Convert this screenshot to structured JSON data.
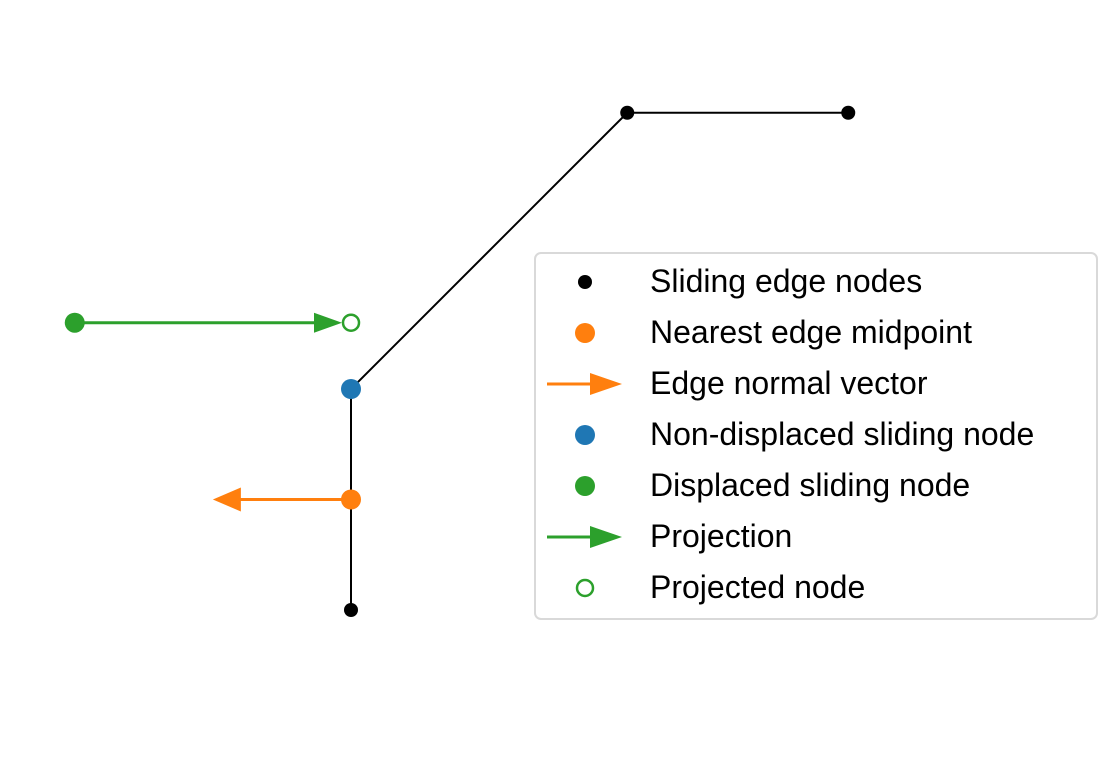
{
  "colors": {
    "edge": "#000000",
    "midpoint": "#ff7f0e",
    "non_displaced": "#1f77b4",
    "displaced": "#2ca02c",
    "legend_border": "#d9d9d9",
    "background": "#ffffff"
  },
  "diagram": {
    "sliding_edge_polyline": [
      [
        0,
        0
      ],
      [
        0,
        2
      ],
      [
        2.5,
        4.5
      ],
      [
        4.5,
        4.5
      ]
    ],
    "sliding_edge_nodes": [
      [
        0,
        0
      ],
      [
        0,
        2
      ],
      [
        2.5,
        4.5
      ],
      [
        4.5,
        4.5
      ]
    ],
    "nearest_edge_midpoint": [
      0,
      1
    ],
    "edge_normal_vector": {
      "from": [
        0,
        1
      ],
      "to": [
        -1.25,
        1
      ]
    },
    "non_displaced_sliding_node": [
      0,
      2
    ],
    "displaced_sliding_node": [
      -2.5,
      2.6
    ],
    "projection": {
      "from": [
        -2.5,
        2.6
      ],
      "to": [
        0,
        2.6
      ]
    },
    "projected_node": [
      0,
      2.6
    ]
  },
  "legend": {
    "placement": "center-right",
    "entries": [
      {
        "key": "sliding_edge_nodes",
        "label": "Sliding edge nodes",
        "marker": "small-dot",
        "color": "#000000"
      },
      {
        "key": "nearest_edge_midpoint",
        "label": "Nearest edge midpoint",
        "marker": "dot",
        "color": "#ff7f0e"
      },
      {
        "key": "edge_normal_vector",
        "label": "Edge normal vector",
        "marker": "arrow",
        "color": "#ff7f0e"
      },
      {
        "key": "non_displaced_sliding_node",
        "label": "Non-displaced sliding node",
        "marker": "dot",
        "color": "#1f77b4"
      },
      {
        "key": "displaced_sliding_node",
        "label": "Displaced sliding node",
        "marker": "dot",
        "color": "#2ca02c"
      },
      {
        "key": "projection",
        "label": "Projection",
        "marker": "arrow",
        "color": "#2ca02c"
      },
      {
        "key": "projected_node",
        "label": "Projected node",
        "marker": "open-dot",
        "color": "#2ca02c"
      }
    ]
  }
}
